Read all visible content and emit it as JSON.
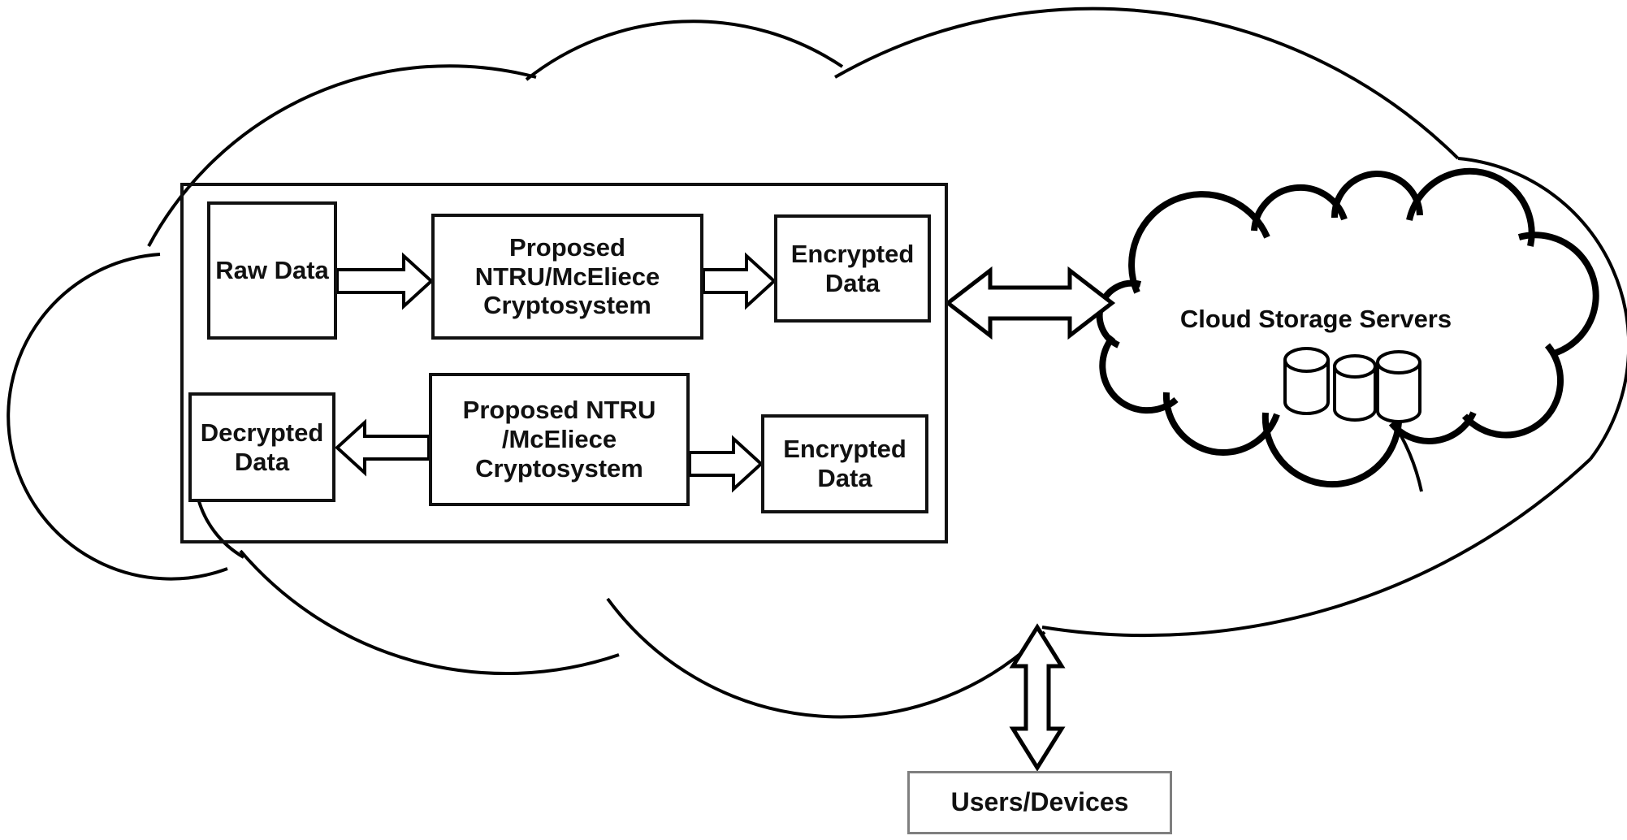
{
  "diagram": {
    "title_hint": "Proposed NTRU/McEliece cloud cryptosystem architecture",
    "boxes": {
      "raw_data": {
        "label": "Raw Data"
      },
      "crypto_top": {
        "label": "Proposed\nNTRU/McEliece\nCryptosystem"
      },
      "encrypted_top": {
        "label": "Encrypted\nData"
      },
      "decrypted": {
        "label": "Decrypted\nData"
      },
      "crypto_bottom": {
        "label": "Proposed NTRU\n/McEliece\nCryptosystem"
      },
      "encrypted_bottom": {
        "label": "Encrypted\nData"
      },
      "users": {
        "label": "Users/Devices"
      }
    },
    "cloud": {
      "storage_label": "Cloud Storage Servers",
      "storage_icon": "database-cylinders-icon"
    },
    "colors": {
      "line": "#000000",
      "text": "#111111",
      "users_box_border": "#7f7f7f",
      "background": "#ffffff"
    }
  }
}
